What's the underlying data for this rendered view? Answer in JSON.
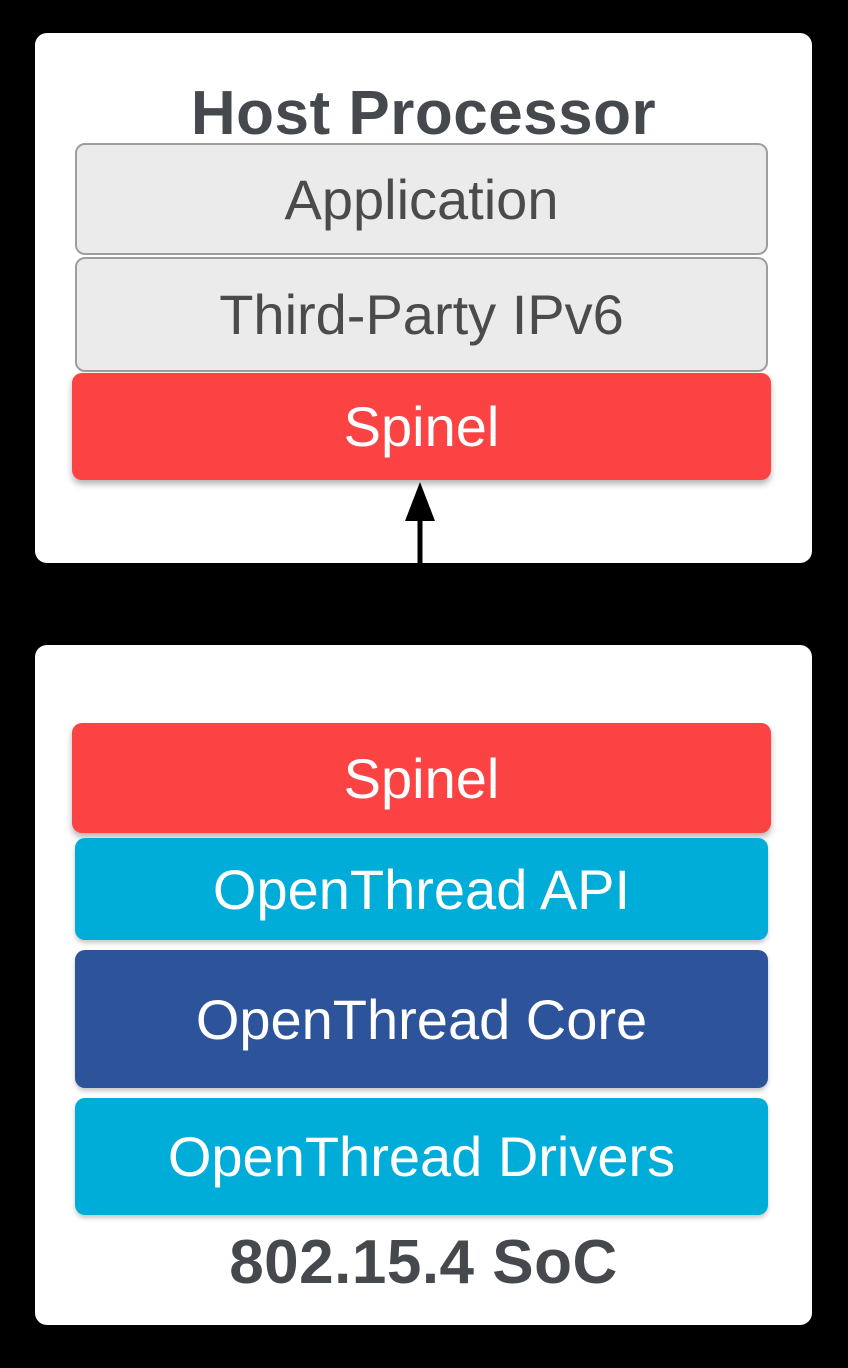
{
  "host_card": {
    "title": "Host Processor",
    "layers": [
      {
        "label": "Application"
      },
      {
        "label": "Third-Party IPv6"
      },
      {
        "label": "Spinel"
      }
    ]
  },
  "soc_card": {
    "title": "802.15.4 SoC",
    "layers": [
      {
        "label": "Spinel"
      },
      {
        "label": "OpenThread API"
      },
      {
        "label": "OpenThread Core"
      },
      {
        "label": "OpenThread Drivers"
      }
    ]
  },
  "connector": {
    "icon": "bidirectional-vertical-arrow",
    "meaning": "Spinel link between Host Processor and 802.15.4 SoC"
  },
  "colors": {
    "background": "#000000",
    "card": "#FFFFFF",
    "red": "#FB4343",
    "cyan": "#00ACD8",
    "dark_blue": "#2D549B",
    "gray_fill": "#EBEBEB",
    "gray_border": "#9E9E9E",
    "gray_text": "#4B4B4B",
    "title_text": "#45484D",
    "white_text": "#FFFFFF"
  }
}
